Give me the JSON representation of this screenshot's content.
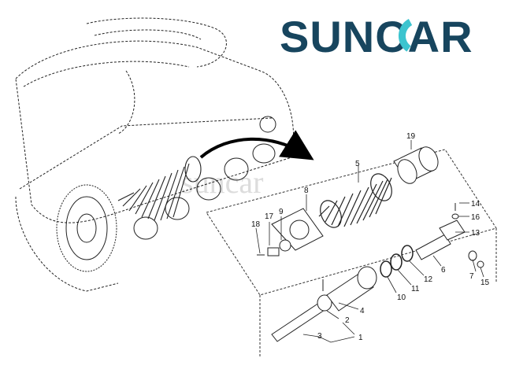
{
  "logo": {
    "text": "SUNCAR",
    "color": "#17455e",
    "accent": "#3cc4cf"
  },
  "watermark": "suncar",
  "part_labels": [
    "19",
    "5",
    "8",
    "17",
    "9",
    "18",
    "14",
    "16",
    "13",
    "6",
    "7",
    "15",
    "12",
    "11",
    "10",
    "4",
    "2",
    "3",
    "1"
  ]
}
